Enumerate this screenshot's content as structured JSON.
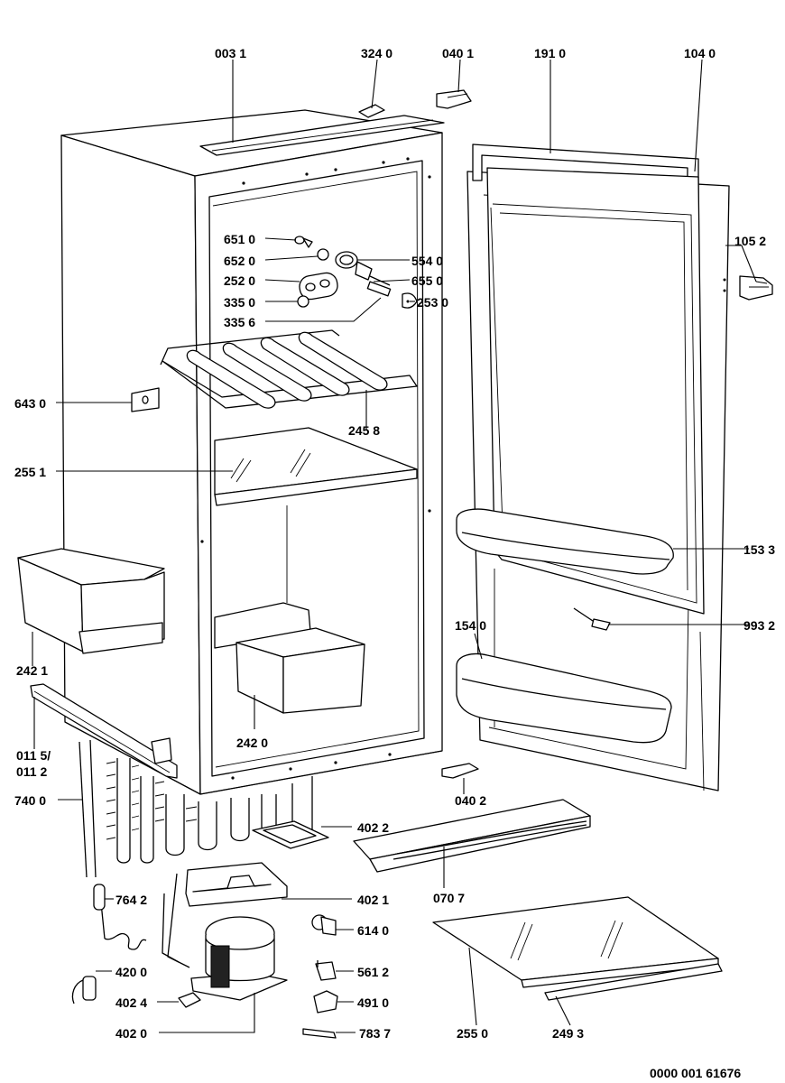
{
  "labels": {
    "l0031": "003 1",
    "l3240": "324 0",
    "l0401": "040 1",
    "l1910": "191 0",
    "l1040": "104 0",
    "l6510": "651 0",
    "l6520": "652 0",
    "l2520": "252 0",
    "l3350": "335 0",
    "l3356": "335 6",
    "l5540": "554 0",
    "l6550": "655 0",
    "l2530": "253 0",
    "l1052": "105 2",
    "l6430": "643 0",
    "l2458": "245 8",
    "l2551": "255 1",
    "l1533": "153 3",
    "l2421": "242 1",
    "l9932": "993 2",
    "l1540": "154 0",
    "l2420": "242 0",
    "l0115": "011 5/",
    "l0112": "011 2",
    "l7400": "740 0",
    "l0402": "040 2",
    "l4022": "402 2",
    "l0707": "070 7",
    "l7642": "764 2",
    "l4021": "402 1",
    "l6140": "614 0",
    "l4200": "420 0",
    "l5612": "561 2",
    "l4024": "402 4",
    "l4910": "491 0",
    "l4020": "402 0",
    "l7837": "783 7",
    "l2550": "255 0",
    "l2493": "249 3",
    "docnum": "0000 001 61676"
  }
}
